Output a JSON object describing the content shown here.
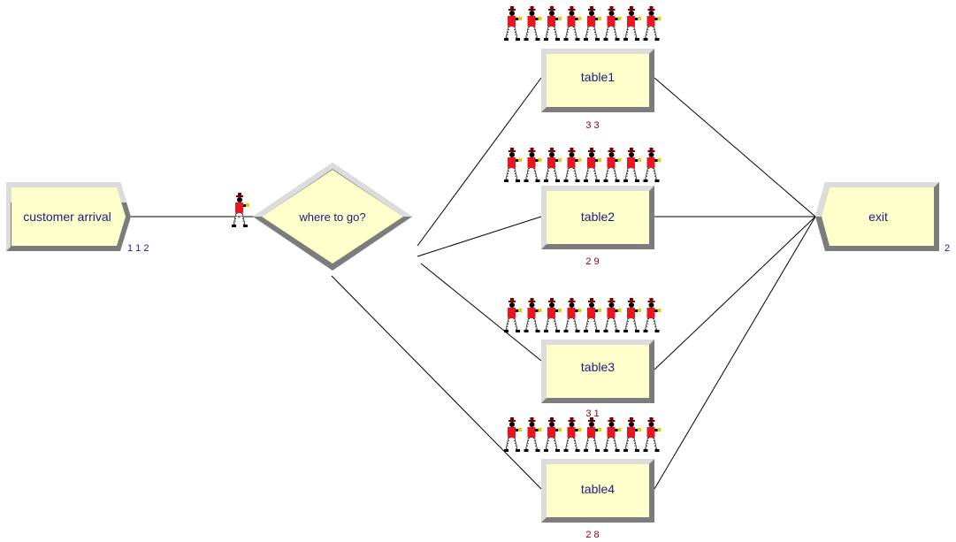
{
  "modules": {
    "create": {
      "label": "customer arrival",
      "count": "1 1 2"
    },
    "decide": {
      "label": "where to go?"
    },
    "tables": [
      {
        "label": "table1",
        "count": "3 3"
      },
      {
        "label": "table2",
        "count": "2 9"
      },
      {
        "label": "table3",
        "count": "3 1"
      },
      {
        "label": "table4",
        "count": "2 8"
      }
    ],
    "dispose": {
      "label": "exit",
      "count": "2"
    }
  },
  "colors": {
    "fill": "#ffffcc",
    "bevel_light": "#dcdcdc",
    "bevel_dark": "#7c7c7c",
    "entity_body": "#e8161e",
    "label_text": "#1c1c7a",
    "count_blue": "#1a1a99",
    "count_red": "#8b0000"
  },
  "icons": {
    "entity": "walking-person-icon"
  }
}
